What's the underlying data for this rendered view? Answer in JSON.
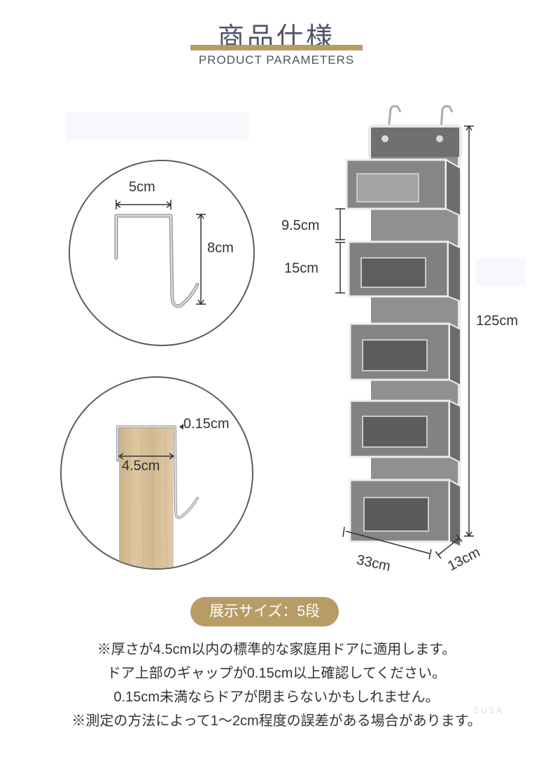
{
  "header": {
    "title_jp": "商品仕様",
    "title_en": "PRODUCT PARAMETERS"
  },
  "hook_detail": {
    "width": "5cm",
    "height": "8cm"
  },
  "door_detail": {
    "gap": "0.15cm",
    "thickness": "4.5cm"
  },
  "organizer": {
    "gap_height": "9.5cm",
    "pocket_height": "15cm",
    "total_height": "125cm",
    "width": "33cm",
    "depth": "13cm"
  },
  "display_badge": "展示サイズ：5段",
  "notes": [
    "※厚さが4.5cm以内の標準的な家庭用ドアに適用します。",
    "ドア上部のギャップが0.15cm以上確認してください。",
    "0.15cm未満ならドアが閉まらないかもしれません。",
    "※測定の方法によって1～2cm程度の誤差がある場合があります。"
  ],
  "watermark": "SUSA",
  "colors": {
    "gold": "#b79c66",
    "title": "#4d5566",
    "fabric": "#8a8b8d",
    "fabric_dark": "#5f6062",
    "trim": "#e9e9ec",
    "wood": "#d8c09a"
  }
}
